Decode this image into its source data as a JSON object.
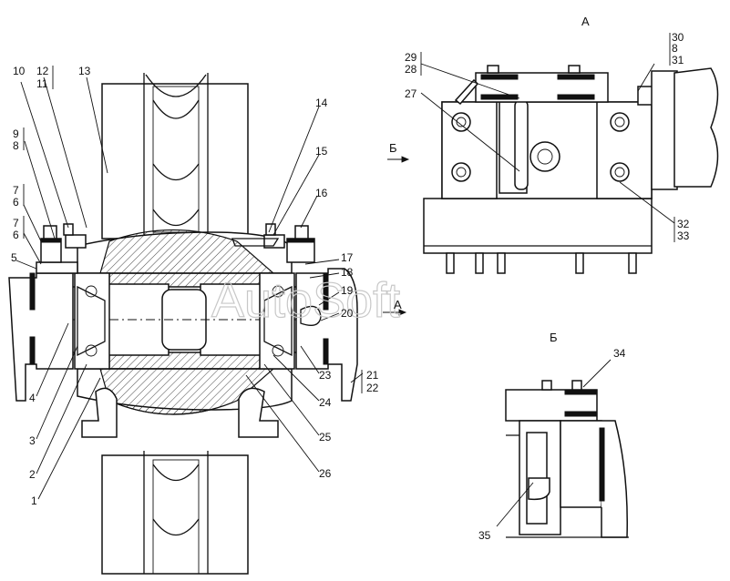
{
  "watermark": "AutoSoft",
  "views": {
    "a": "А",
    "b": "Б",
    "a_arrow": "А",
    "b_arrow": "Б"
  },
  "labels": {
    "l1": "1",
    "l2": "2",
    "l3": "3",
    "l4": "4",
    "l5": "5",
    "l6a": "6",
    "l6b": "6",
    "l7a": "7",
    "l7b": "7",
    "l8a": "8",
    "l8b": "8",
    "l9": "9",
    "l10": "10",
    "l11": "11",
    "l12": "12",
    "l13": "13",
    "l14": "14",
    "l15": "15",
    "l16": "16",
    "l17": "17",
    "l18": "18",
    "l19": "19",
    "l20": "20",
    "l21": "21",
    "l22": "22",
    "l23": "23",
    "l24": "24",
    "l25": "25",
    "l26": "26",
    "l27": "27",
    "l28": "28",
    "l29": "29",
    "l30": "30",
    "l31": "31",
    "l32": "32",
    "l33": "33",
    "l34": "34",
    "l35": "35"
  }
}
